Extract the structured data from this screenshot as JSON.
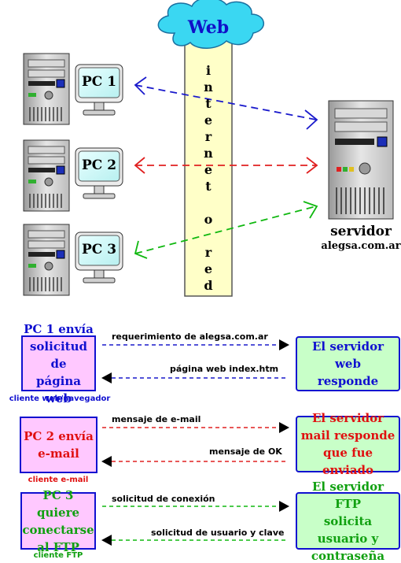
{
  "cloud": {
    "title": "Web"
  },
  "internet_bar": {
    "letters": [
      "i",
      "n",
      "t",
      "e",
      "r",
      "n",
      "e",
      "t",
      "o",
      "r",
      "e",
      "d"
    ]
  },
  "clients": [
    {
      "label": "PC 1",
      "arrow_color": "#1a1acc"
    },
    {
      "label": "PC 2",
      "arrow_color": "#e02020"
    },
    {
      "label": "PC 3",
      "arrow_color": "#10b810"
    }
  ],
  "server": {
    "name": "servidor",
    "domain": "alegsa.com.ar"
  },
  "flows": [
    {
      "client_box": [
        "PC 1 envía",
        "solicitud de",
        "página web"
      ],
      "client_caption": "cliente web/navegador",
      "request": "requerimiento de alegsa.com.ar",
      "response": "página web index.htm",
      "server_box": [
        "El servidor web",
        "responde"
      ],
      "color": "#1a1acc",
      "client_text_color": "#1010d0",
      "server_text_color": "#1010d0",
      "caption_color": "#1010d0"
    },
    {
      "client_box": [
        "PC 2 envía",
        "e-mail"
      ],
      "client_caption": "cliente e-mail",
      "request": "mensaje de e-mail",
      "response": "mensaje de OK",
      "server_box": [
        "El servidor",
        "mail responde",
        "que fue enviado"
      ],
      "color": "#e02020",
      "client_text_color": "#e01010",
      "server_text_color": "#e01010",
      "caption_color": "#e01010"
    },
    {
      "client_box": [
        "PC 3 quiere",
        "conectarse",
        "al FTP"
      ],
      "client_caption": "cliente FTP",
      "request": "solicitud de conexión",
      "response": "solicitud de usuario y clave",
      "server_box": [
        "El servidor FTP",
        "solicita usuario y",
        "contraseña"
      ],
      "color": "#10b810",
      "client_text_color": "#10a010",
      "server_text_color": "#10a010",
      "caption_color": "#10a010"
    }
  ]
}
